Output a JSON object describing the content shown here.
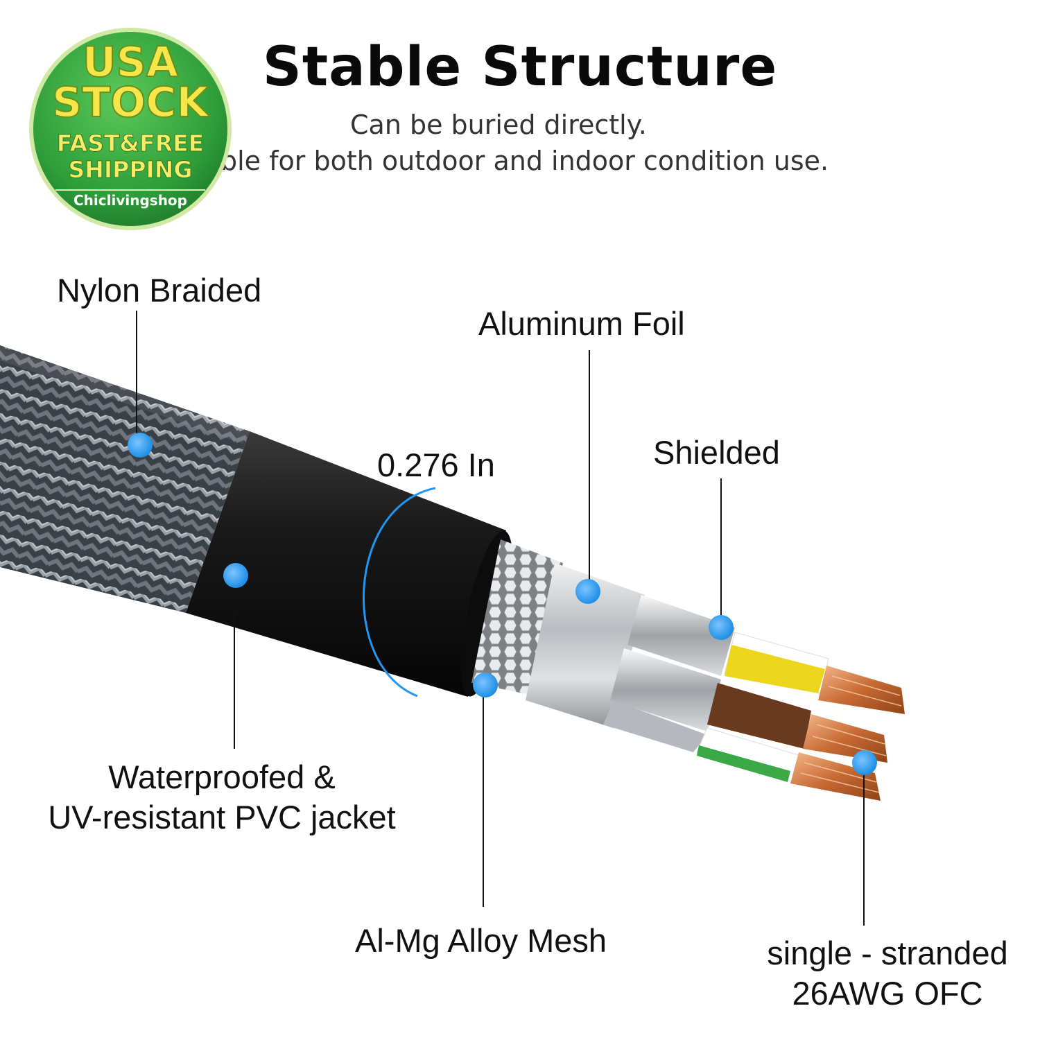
{
  "header": {
    "title": "Stable Structure",
    "subtitle_line1": "Can be buried directly.",
    "subtitle_line2": "ble for both outdoor and indoor condition use."
  },
  "badge": {
    "line1": "USA",
    "line2": "STOCK",
    "line3": "FAST&FREE",
    "line4": "SHIPPING",
    "shop": "Chiclivingshop"
  },
  "callouts": {
    "nylon_braided": "Nylon Braided",
    "aluminum_foil": "Aluminum Foil",
    "diameter": "0.276 In",
    "shielded": "Shielded",
    "pvc_jacket_line1": "Waterproofed &",
    "pvc_jacket_line2": "UV-resistant PVC jacket",
    "alloy_mesh": "Al-Mg Alloy Mesh",
    "conductor_line1": "single - stranded",
    "conductor_line2": "26AWG OFC"
  },
  "colors": {
    "callout_dot": "#1e8fe6",
    "badge_green": "#2e9e3a",
    "badge_text": "#f6e64a"
  }
}
